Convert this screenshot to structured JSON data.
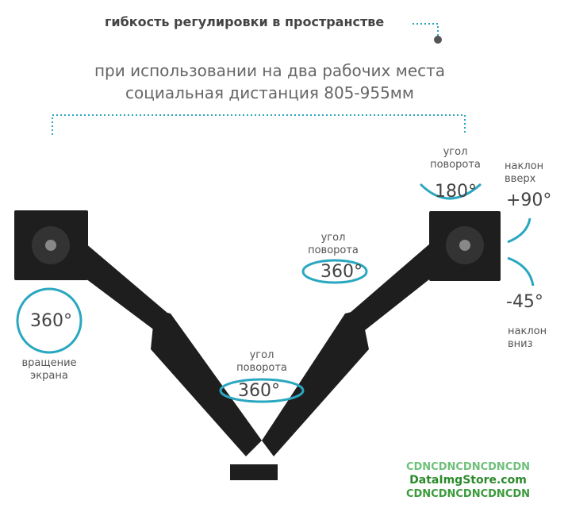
{
  "header": {
    "title": "гибкость регулировки в пространстве",
    "line1": "при использовании на два рабочих места",
    "line2": "социальная дистанция 805-955мм"
  },
  "labels": {
    "rotate_screen": {
      "value": "360°",
      "caption1": "вращение",
      "caption2": "экрана"
    },
    "swivel_center": {
      "caption1": "угол",
      "caption2": "поворота",
      "value": "360°"
    },
    "swivel_mid": {
      "caption1": "угол",
      "caption2": "поворота",
      "value": "360°"
    },
    "swivel_top": {
      "caption1": "угол",
      "caption2": "поворота",
      "value": "180°"
    },
    "tilt_up": {
      "caption1": "наклон",
      "caption2": "вверх",
      "value": "+90°"
    },
    "tilt_down": {
      "caption1": "наклон",
      "caption2": "вниз",
      "value": "-45°"
    }
  },
  "watermark": {
    "row1": "CDNCDNCDNCDNCDN",
    "brand": "DataImgStore.com",
    "row3": "CDNCDNCDNCDNCDN"
  },
  "colors": {
    "accent": "#2aa7c0",
    "arm": "#1e1e1e"
  }
}
